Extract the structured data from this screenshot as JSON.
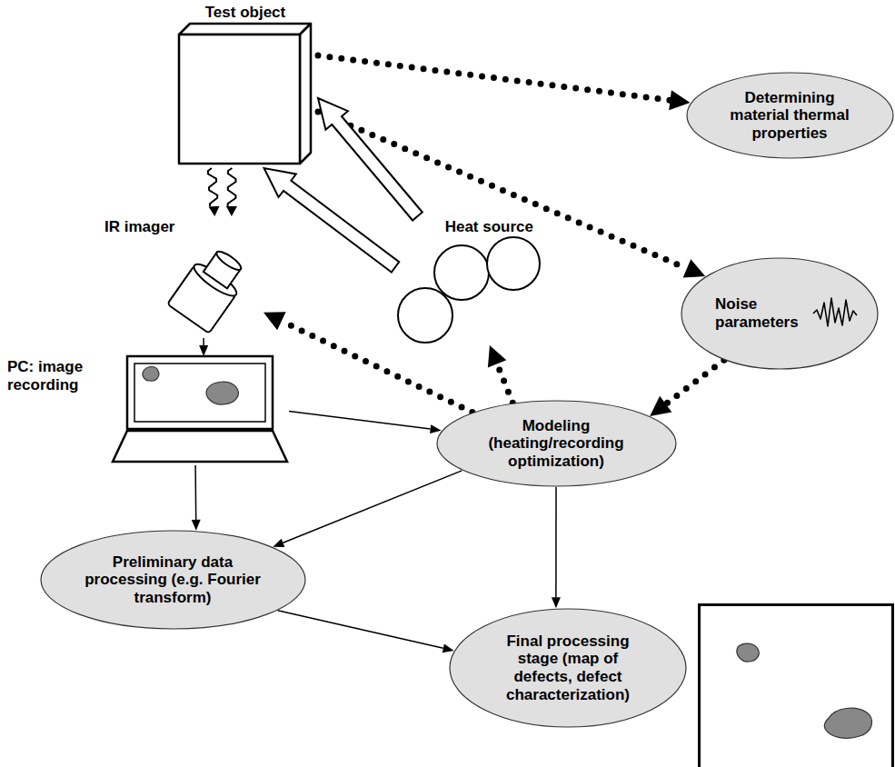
{
  "diagram": {
    "nodes": [
      {
        "text": [
          "Test object"
        ]
      },
      {
        "text": [
          "Determining material thermal properties"
        ]
      },
      {
        "text": [
          "Heat source"
        ]
      },
      {
        "text": [
          "IR imager"
        ]
      },
      {
        "text": [
          "Noise parameters"
        ]
      },
      {
        "text": [
          "PC: image recording"
        ]
      },
      {
        "text": [
          "Modeling (heating/recording optimization)"
        ]
      },
      {
        "text": [
          "Preliminary data processing (e.g. Fourier transform)"
        ]
      },
      {
        "text": [
          "Final processing stage (map of defects, defect characterization)"
        ]
      }
    ],
    "edges": [
      {
        "from": 0,
        "to": 1,
        "arrow": "to"
      },
      {
        "from": 0,
        "to": 4,
        "arrow": "to"
      },
      {
        "from": 2,
        "to": 0,
        "arrow": "to"
      },
      {
        "from": 2,
        "to": 0,
        "arrow": "to"
      },
      {
        "from": 0,
        "to": 3,
        "arrow": "to"
      },
      {
        "from": 0,
        "to": 3,
        "arrow": "to"
      },
      {
        "from": 3,
        "to": 5,
        "arrow": "to"
      },
      {
        "from": 4,
        "to": 6,
        "arrow": "to"
      },
      {
        "from": 6,
        "to": 3,
        "arrow": "to"
      },
      {
        "from": 6,
        "to": 2,
        "arrow": "to"
      },
      {
        "from": 5,
        "to": 6,
        "arrow": "to"
      },
      {
        "from": 5,
        "to": 7,
        "arrow": "to"
      },
      {
        "from": 6,
        "to": 7,
        "arrow": "to"
      },
      {
        "from": 6,
        "to": 8,
        "arrow": "to"
      },
      {
        "from": 7,
        "to": 8,
        "arrow": "to"
      }
    ]
  }
}
